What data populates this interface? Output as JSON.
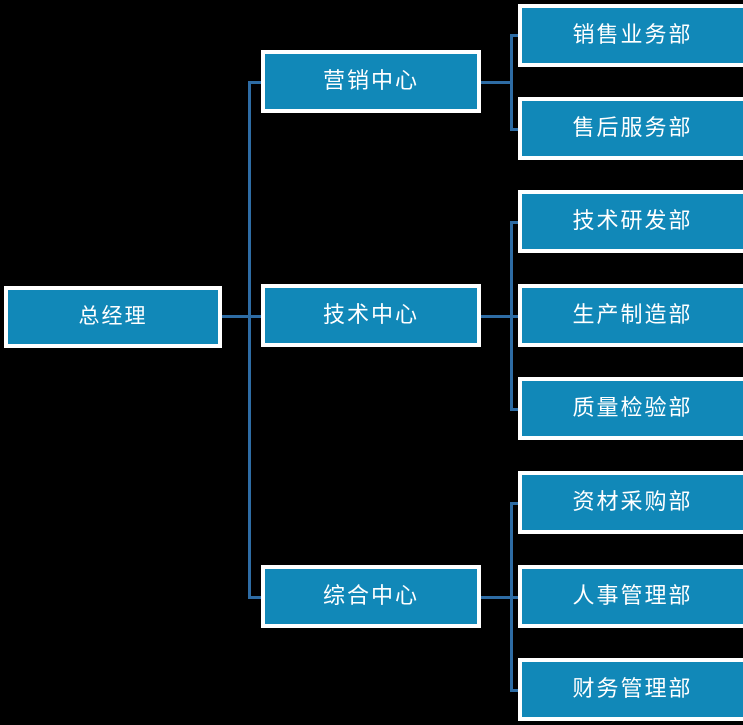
{
  "diagram": {
    "title": "Organization Structure Chart",
    "type": "org-chart",
    "background_color": "#000000",
    "node_fill_color": "#1188b8",
    "node_border_color": "#ffffff",
    "node_text_color": "#ffffff",
    "connector_color": "#2e6ca4"
  },
  "root": {
    "label": "总经理"
  },
  "centers": [
    {
      "label": "营销中心"
    },
    {
      "label": "技术中心"
    },
    {
      "label": "综合中心"
    }
  ],
  "departments": [
    {
      "label": "销售业务部",
      "parent": "营销中心"
    },
    {
      "label": "售后服务部",
      "parent": "营销中心"
    },
    {
      "label": "技术研发部",
      "parent": "技术中心"
    },
    {
      "label": "生产制造部",
      "parent": "技术中心"
    },
    {
      "label": "质量检验部",
      "parent": "技术中心"
    },
    {
      "label": "资材采购部",
      "parent": "综合中心"
    },
    {
      "label": "人事管理部",
      "parent": "综合中心"
    },
    {
      "label": "财务管理部",
      "parent": "综合中心"
    }
  ]
}
